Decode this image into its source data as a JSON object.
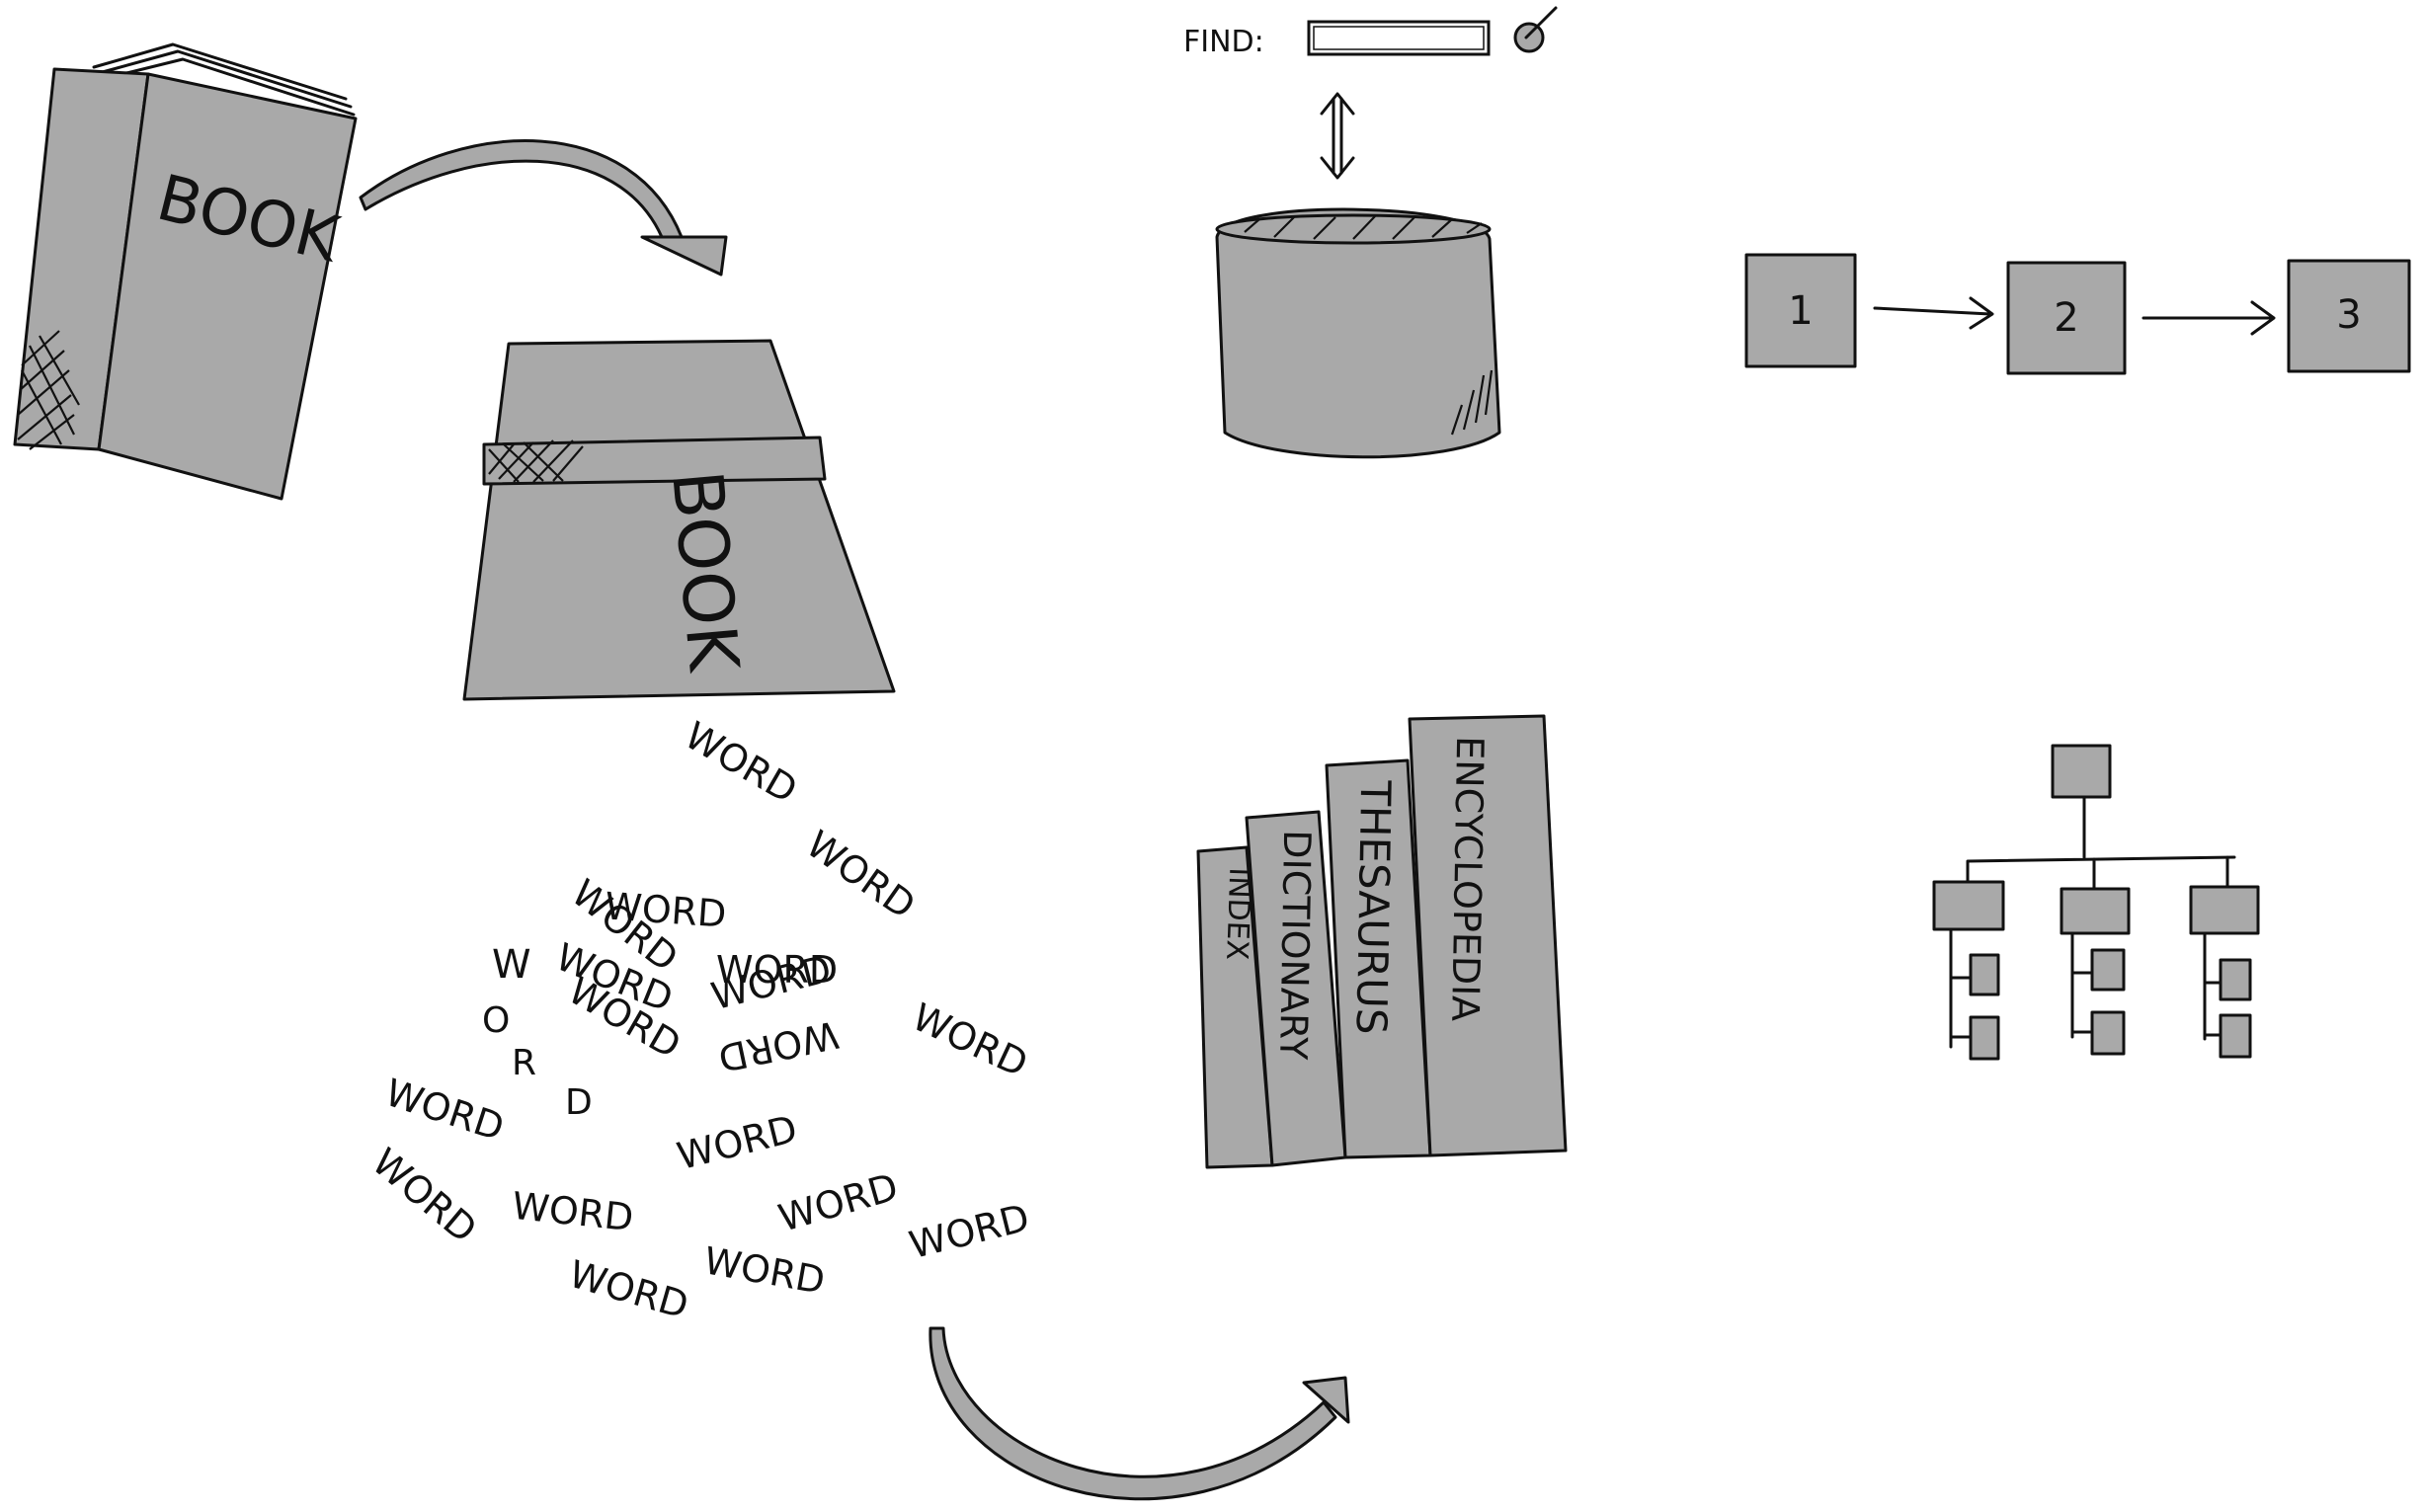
{
  "book": {
    "cover_label": "BOOK",
    "spine_label": "BOOK"
  },
  "words": [
    {
      "text": "WORD"
    },
    {
      "text": "WORD"
    },
    {
      "text": "WORD"
    },
    {
      "text": "WORD"
    },
    {
      "text": "WORD"
    },
    {
      "text": "WORD"
    },
    {
      "text": "WORD"
    },
    {
      "text": "WORD"
    },
    {
      "text": "WORD"
    },
    {
      "text": "WORD"
    },
    {
      "text": "WORD"
    },
    {
      "text": "WORD"
    },
    {
      "text": "WORD"
    },
    {
      "text": "WORD"
    },
    {
      "text": "WORD"
    },
    {
      "text": "WORD"
    },
    {
      "text": "WORD"
    },
    {
      "text": "WORD"
    }
  ],
  "vertical_word": [
    "W",
    "O",
    "R",
    "D"
  ],
  "search": {
    "find_label": "FIND:"
  },
  "reference_books": {
    "index": "INDEX",
    "dictionary": "DICTIONARY",
    "thesaurus": "THESAURUS",
    "encyclopedia": "ENCYCLOPEDIA"
  },
  "sequence": [
    "1",
    "2",
    "3"
  ],
  "colors": {
    "fill": "#a9a9a9",
    "ink": "#111111",
    "background": "#ffffff"
  }
}
